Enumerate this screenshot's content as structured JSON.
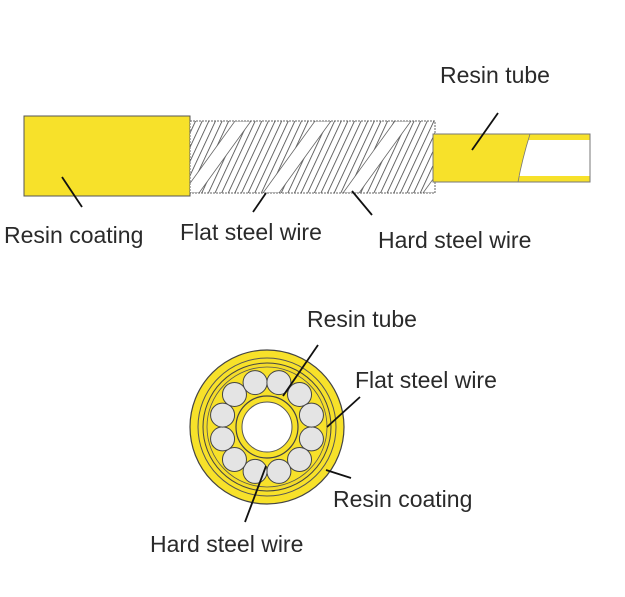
{
  "diagram": {
    "side_view": {
      "labels": {
        "resin_tube": "Resin tube",
        "resin_coating": "Resin coating",
        "flat_steel_wire": "Flat steel wire",
        "hard_steel_wire": "Hard steel wire"
      }
    },
    "cross_section": {
      "labels": {
        "resin_tube": "Resin tube",
        "flat_steel_wire": "Flat steel wire",
        "resin_coating": "Resin coating",
        "hard_steel_wire": "Hard steel wire"
      },
      "hard_steel_wire_count": 12
    },
    "colors": {
      "resin": "#f7e12a",
      "resin_dark": "#d9c21a",
      "wire": "#e4e4e4",
      "outline": "#333333"
    }
  }
}
